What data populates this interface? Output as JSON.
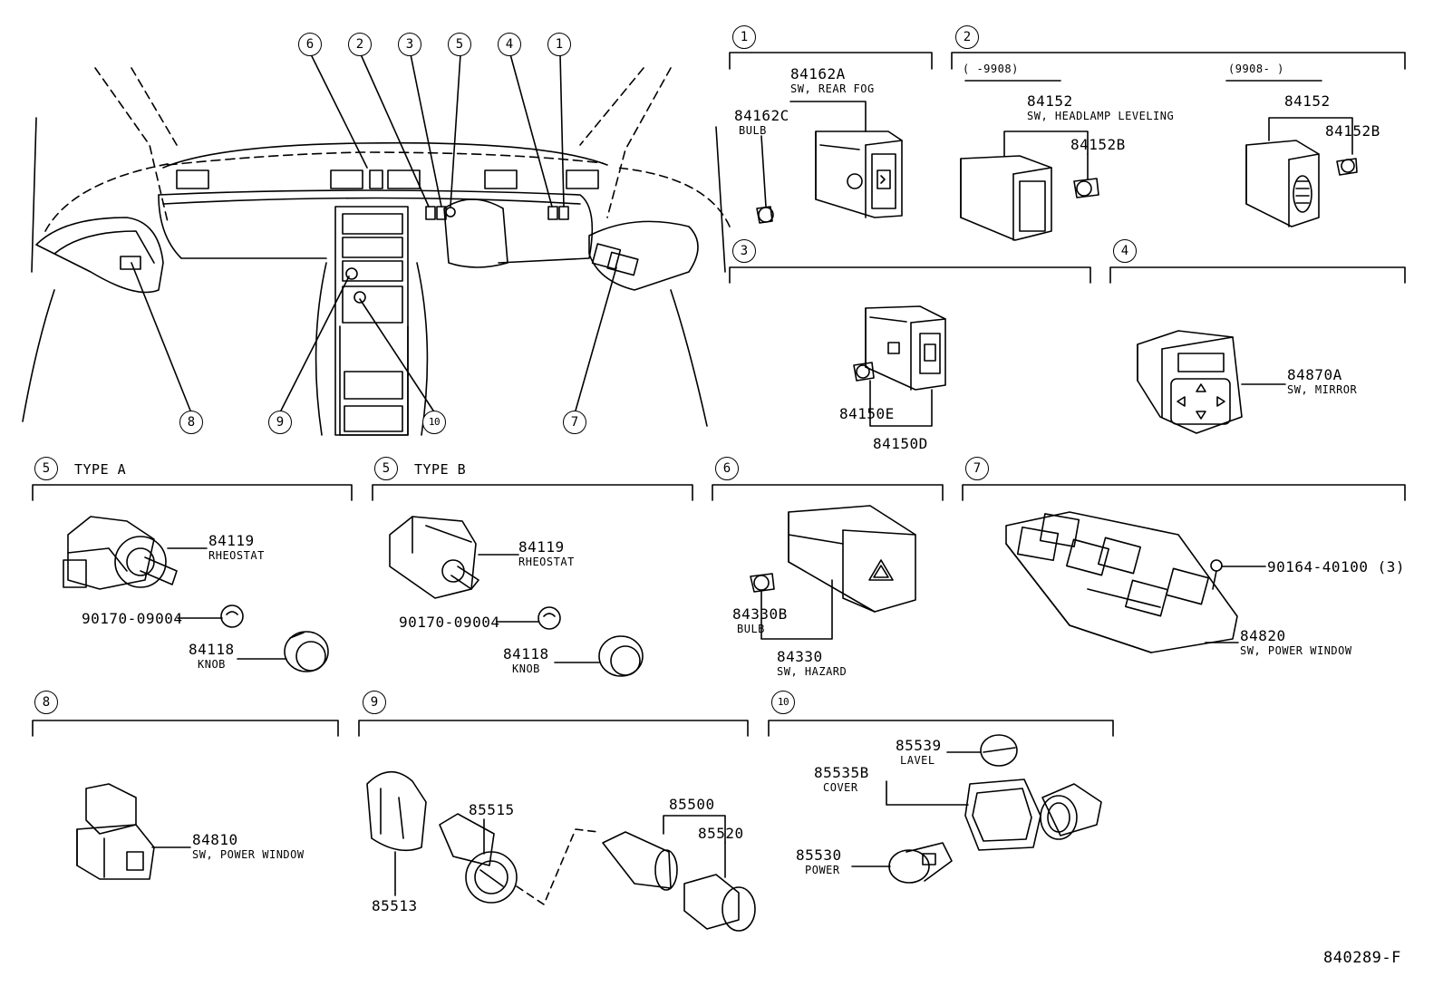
{
  "callouts": {
    "sec1": "1",
    "sec2": "2",
    "sec3": "3",
    "sec4": "4",
    "sec5a": "5",
    "sec5b": "5",
    "sec6": "6",
    "sec7": "7",
    "sec8": "8",
    "sec9": "9",
    "sec10": "10",
    "ov6": "6",
    "ov2": "2",
    "ov3": "3",
    "ov5": "5",
    "ov4": "4",
    "ov1": "1",
    "ov8": "8",
    "ov9": "9",
    "ov10": "10",
    "ov7": "7"
  },
  "section_titles": {
    "type_a": "TYPE A",
    "type_b": "TYPE B"
  },
  "sec2_ranges": {
    "left": "(    -9908)",
    "right": "(9908-    )"
  },
  "parts": {
    "p84162A": "84162A",
    "p84162A_d": "SW, REAR FOG",
    "p84162C": "84162C",
    "p84162C_d": "BULB",
    "p84152_l": "84152",
    "p84152_l_d": "SW, HEADLAMP LEVELING",
    "p84152B_l": "84152B",
    "p84152_r": "84152",
    "p84152B_r": "84152B",
    "p84150E": "84150E",
    "p84150D": "84150D",
    "p84870A": "84870A",
    "p84870A_d": "SW, MIRROR",
    "p84119_a": "84119",
    "p84119_a_d": "RHEOSTAT",
    "p90170_a": "90170-09004",
    "p84118_a": "84118",
    "p84118_a_d": "KNOB",
    "p84119_b": "84119",
    "p84119_b_d": "RHEOSTAT",
    "p90170_b": "90170-09004",
    "p84118_b": "84118",
    "p84118_b_d": "KNOB",
    "p84330B": "84330B",
    "p84330B_d": "BULB",
    "p84330": "84330",
    "p84330_d": "SW, HAZARD",
    "p90164": "90164-40100 (3)",
    "p84820": "84820",
    "p84820_d": "SW, POWER WINDOW",
    "p84810": "84810",
    "p84810_d": "SW, POWER WINDOW",
    "p85515": "85515",
    "p85513": "85513",
    "p85500": "85500",
    "p85520": "85520",
    "p85539": "85539",
    "p85539_d": "LAVEL",
    "p85535B": "85535B",
    "p85535B_d": "COVER",
    "p85530": "85530",
    "p85530_d": "POWER"
  },
  "diagram_code": "840289-F"
}
